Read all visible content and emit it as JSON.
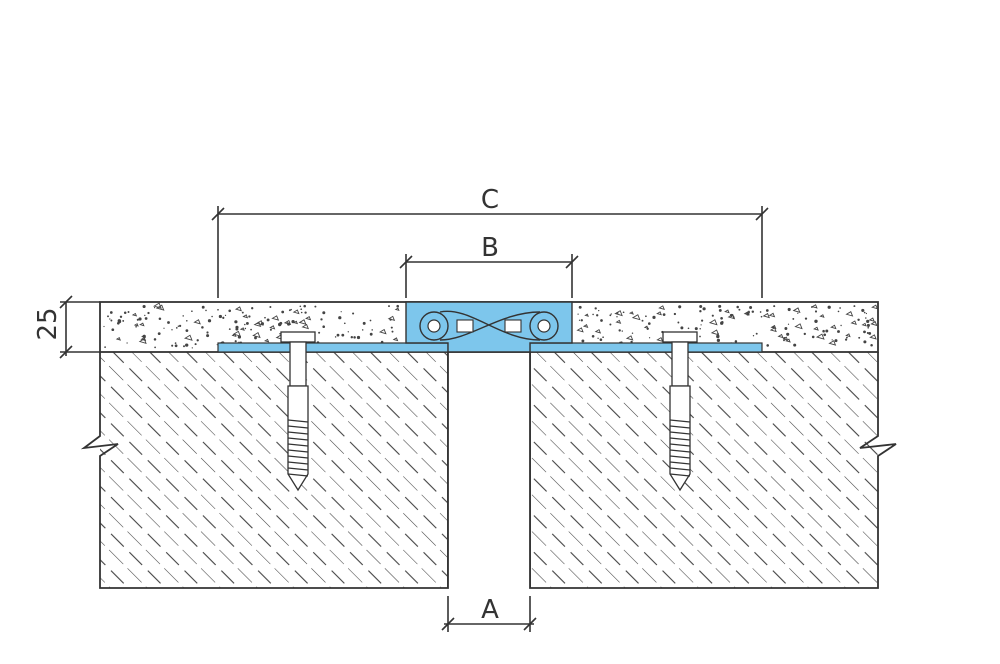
{
  "diagram": {
    "dimension_labels": {
      "c": "C",
      "b": "B",
      "a": "A",
      "thickness": "25"
    },
    "colors": {
      "profile_fill": "#7dc6ec",
      "screed_fill": "#f2f2f2",
      "line": "#333333",
      "background": "#ffffff"
    },
    "components": [
      "screed-layer",
      "concrete-slab-left",
      "concrete-slab-right",
      "expansion-gap",
      "expansion-joint-profile",
      "anchor-bolt-left",
      "anchor-bolt-right"
    ]
  }
}
